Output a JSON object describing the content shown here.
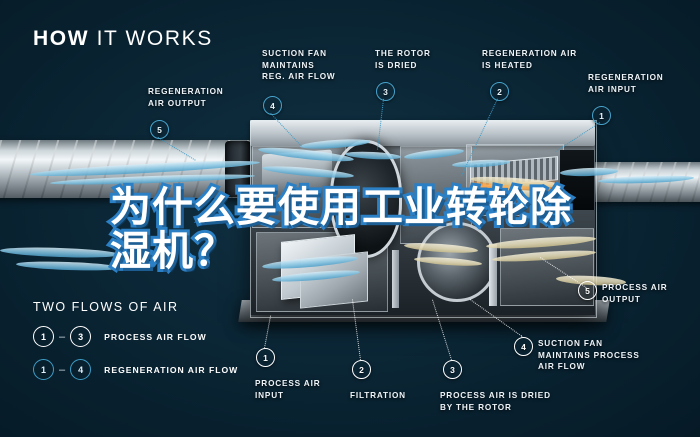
{
  "title": {
    "bold": "HOW",
    "light": "IT WORKS"
  },
  "overlay": {
    "line1": "为什么要使用工业转轮除",
    "line2": "湿机？"
  },
  "callouts": {
    "regeneration_air_output": "REGENERATION\nAIR OUTPUT",
    "suction_fan_reg": "SUCTION FAN\nMAINTAINS\nREG. AIR FLOW",
    "rotor_dried": "THE ROTOR\nIS DRIED",
    "regeneration_heated": "REGENERATION AIR\nIS HEATED",
    "regeneration_input": "REGENERATION\nAIR INPUT",
    "process_air_output": "PROCESS AIR\nOUTPUT",
    "process_air_input": "PROCESS AIR\nINPUT",
    "filtration": "FILTRATION",
    "process_dried": "PROCESS AIR IS DRIED\nBY THE ROTOR",
    "suction_fan_process": "SUCTION FAN\nMAINTAINS PROCESS\nAIR FLOW"
  },
  "markers": {
    "m5_left": "5",
    "m4_top": "4",
    "m3_top": "3",
    "m2_top": "2",
    "m1_top": "1",
    "m5_right": "5",
    "m1_bot": "1",
    "m2_bot": "2",
    "m3_bot": "3",
    "m4_bot": "4"
  },
  "legend": {
    "heading": "TWO FLOWS OF AIR",
    "rows": [
      {
        "from": "1",
        "dash": "–",
        "to": "3",
        "label": "PROCESS AIR FLOW",
        "style": "white"
      },
      {
        "from": "1",
        "dash": "–",
        "to": "4",
        "label": "REGENERATION AIR FLOW",
        "style": "blue"
      }
    ]
  },
  "colors": {
    "background": "#0a2232",
    "accent_blue": "#3f9cc6",
    "overlay_stroke": "#2b7fc4",
    "text_white": "#ffffff",
    "process_flow": "#86c6e4",
    "regen_flow": "#e6dcb6"
  }
}
